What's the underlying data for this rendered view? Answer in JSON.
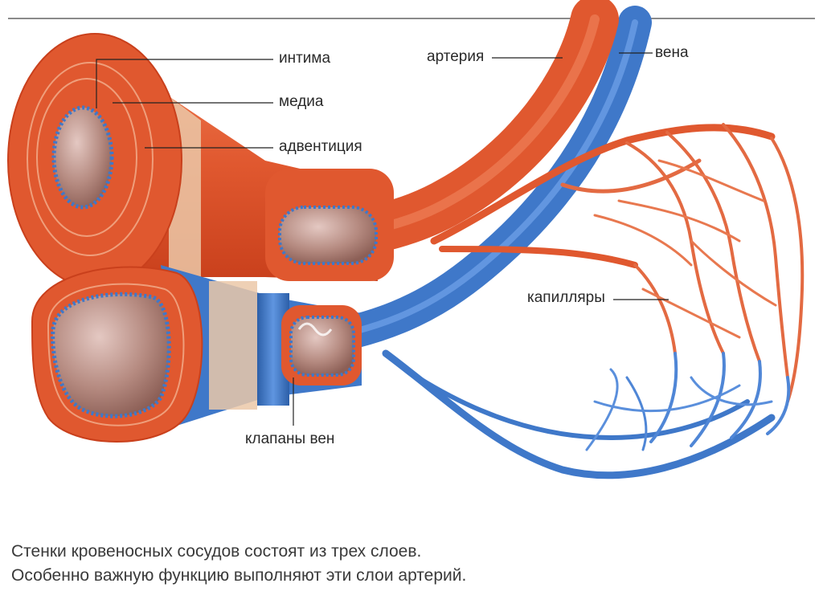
{
  "labels": {
    "intima": "интима",
    "media": "медиа",
    "adventitia": "адвентиция",
    "artery": "артерия",
    "vein": "вена",
    "capillaries": "капилляры",
    "valves": "клапаны вен"
  },
  "caption": {
    "line1": "Стенки кровеносных сосудов состоят из трех слоев.",
    "line2": "Особенно важную функцию выполняют эти слои артерий."
  },
  "colors": {
    "artery": "#e0582f",
    "artery_dark": "#c9401c",
    "vein": "#3f78c9",
    "vein_dark": "#2c5fa8",
    "lumen": "#b58a80",
    "media": "#ebc8a8"
  }
}
